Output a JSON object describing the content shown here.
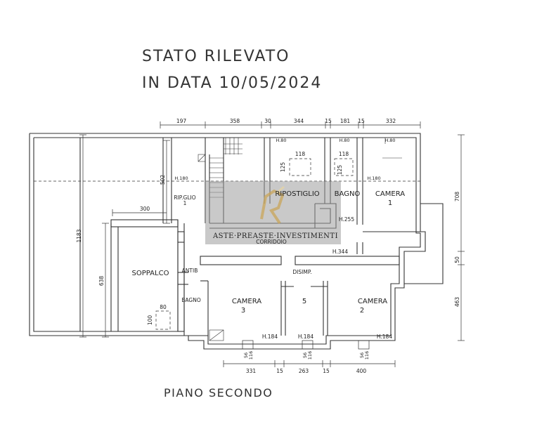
{
  "title": {
    "line1": "STATO RILEVATO",
    "line2": "IN DATA 10/05/2024"
  },
  "footer": "PIANO SECONDO",
  "dimensions": {
    "top": [
      "197",
      "358",
      "30",
      "344",
      "15",
      "181",
      "15",
      "332"
    ],
    "bottom": [
      "331",
      "15",
      "263",
      "15",
      "400"
    ],
    "right": [
      "708",
      "50",
      "463"
    ],
    "left_total": "1183",
    "left_inner": "638",
    "rip_height": "502",
    "soppalco_width": "300"
  },
  "rooms": {
    "soppalco": "SOPPALCO",
    "rip_line1": "RIP.GLIO",
    "rip_line2": "1",
    "ripostiglio": "RIPOSTIGLIO",
    "bagno_top": "BAGNO",
    "camera1_line1": "CAMERA",
    "camera1_line2": "1",
    "corridoio": "CORRIDOIO",
    "antib": "ANTIB",
    "bagno_left": "BAGNO",
    "disimp": "DISIMP.",
    "camera3_line1": "CAMERA",
    "camera3_line2": "3",
    "room5": "5",
    "camera2_line1": "CAMERA",
    "camera2_line2": "2"
  },
  "heights": {
    "h80_1": "H.80",
    "h80_2": "H.80",
    "h80_3": "H.80",
    "h180_left": "H.180",
    "h180_right": "H.180",
    "h255": "H.255",
    "h344": "H.344",
    "h184_1": "H.184",
    "h184_2": "H.184",
    "h184_3": "H.184"
  },
  "skylights": {
    "s1_w": "118",
    "s1_h": "125",
    "s2_w": "118",
    "s2_h": "125",
    "s3_w": "80",
    "s3_h": "100"
  },
  "windows": {
    "sill": "56",
    "height": "116"
  },
  "watermark": "ASTE·PREASTE·INVESTIMENTI"
}
